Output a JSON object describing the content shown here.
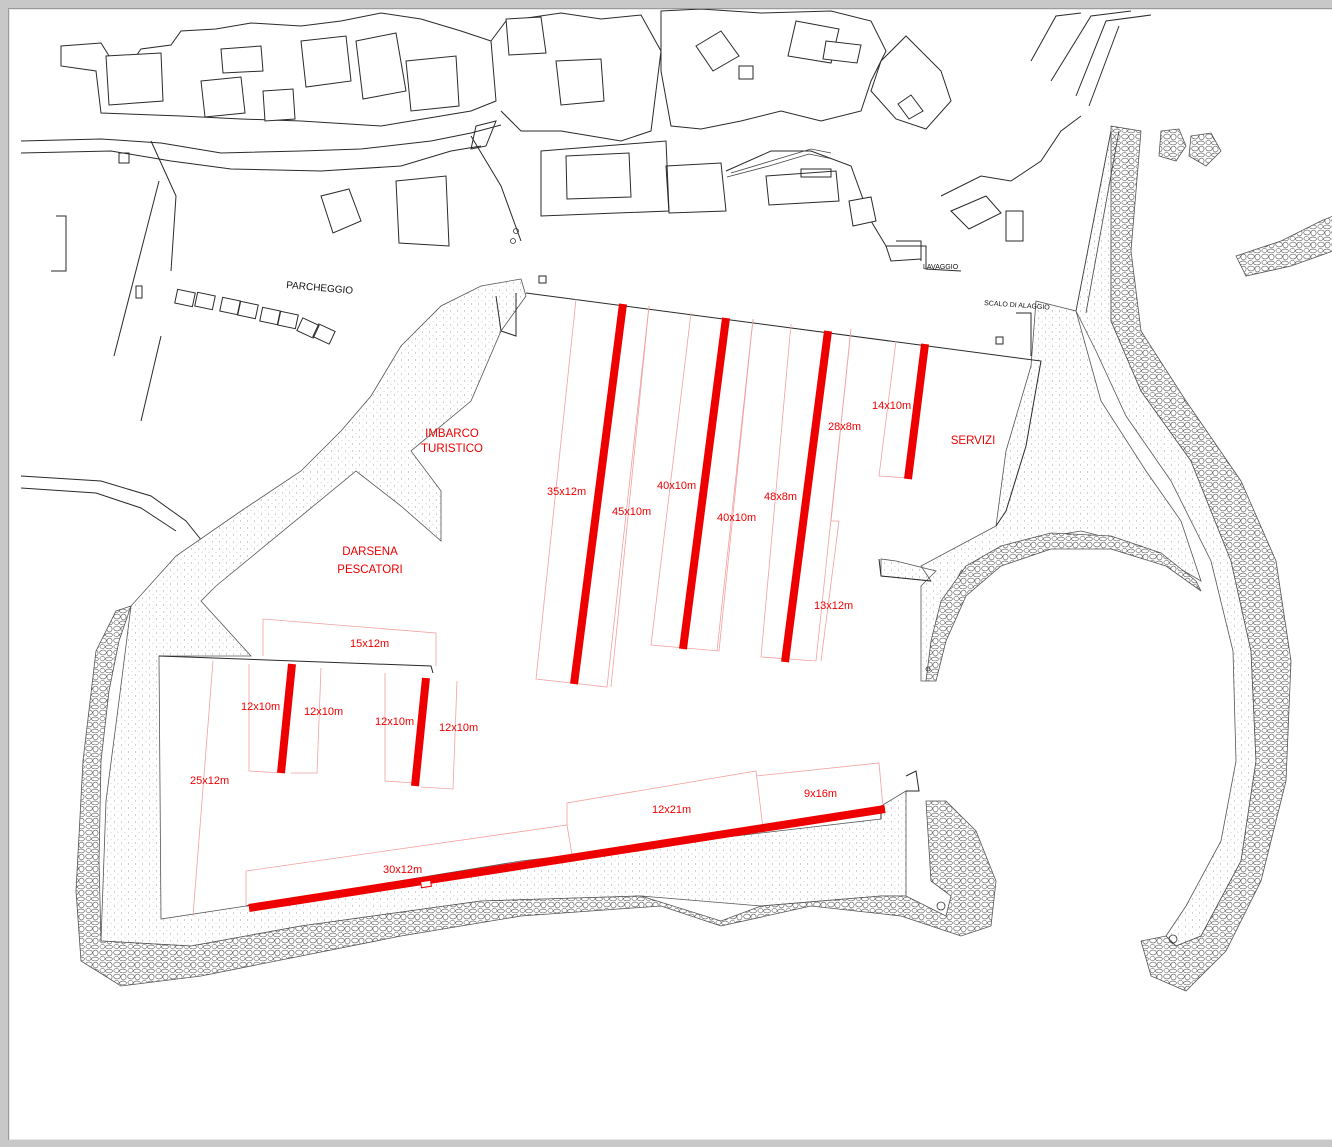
{
  "map": {
    "areas": {
      "parcheggio": "PARCHEGGIO",
      "imbarco_line1": "IMBARCO",
      "imbarco_line2": "TURISTICO",
      "darsena_line1": "DARSENA",
      "darsena_line2": "PESCATORI",
      "servizi": "SERVIZI",
      "lavaggio": "LAVAGGIO",
      "scalo": "SCALO DI ALAGGIO"
    },
    "berths": [
      {
        "id": "b35x12",
        "label": "35x12m"
      },
      {
        "id": "b45x10",
        "label": "45x10m"
      },
      {
        "id": "b40x10a",
        "label": "40x10m"
      },
      {
        "id": "b40x10b",
        "label": "40x10m"
      },
      {
        "id": "b48x8",
        "label": "48x8m"
      },
      {
        "id": "b28x8",
        "label": "28x8m"
      },
      {
        "id": "b14x10",
        "label": "14x10m"
      },
      {
        "id": "b13x12",
        "label": "13x12m"
      },
      {
        "id": "b15x12",
        "label": "15x12m"
      },
      {
        "id": "b12x10a",
        "label": "12x10m"
      },
      {
        "id": "b12x10b",
        "label": "12x10m"
      },
      {
        "id": "b12x10c",
        "label": "12x10m"
      },
      {
        "id": "b12x10d",
        "label": "12x10m"
      },
      {
        "id": "b25x12",
        "label": "25x12m"
      },
      {
        "id": "b12x21",
        "label": "12x21m"
      },
      {
        "id": "b9x16",
        "label": "9x16m"
      },
      {
        "id": "b30x12",
        "label": "30x12m"
      }
    ]
  },
  "colors": {
    "pier": "#ee0000",
    "label": "#ee0000",
    "linework": "#2a2a2a",
    "background": "#ffffff"
  }
}
